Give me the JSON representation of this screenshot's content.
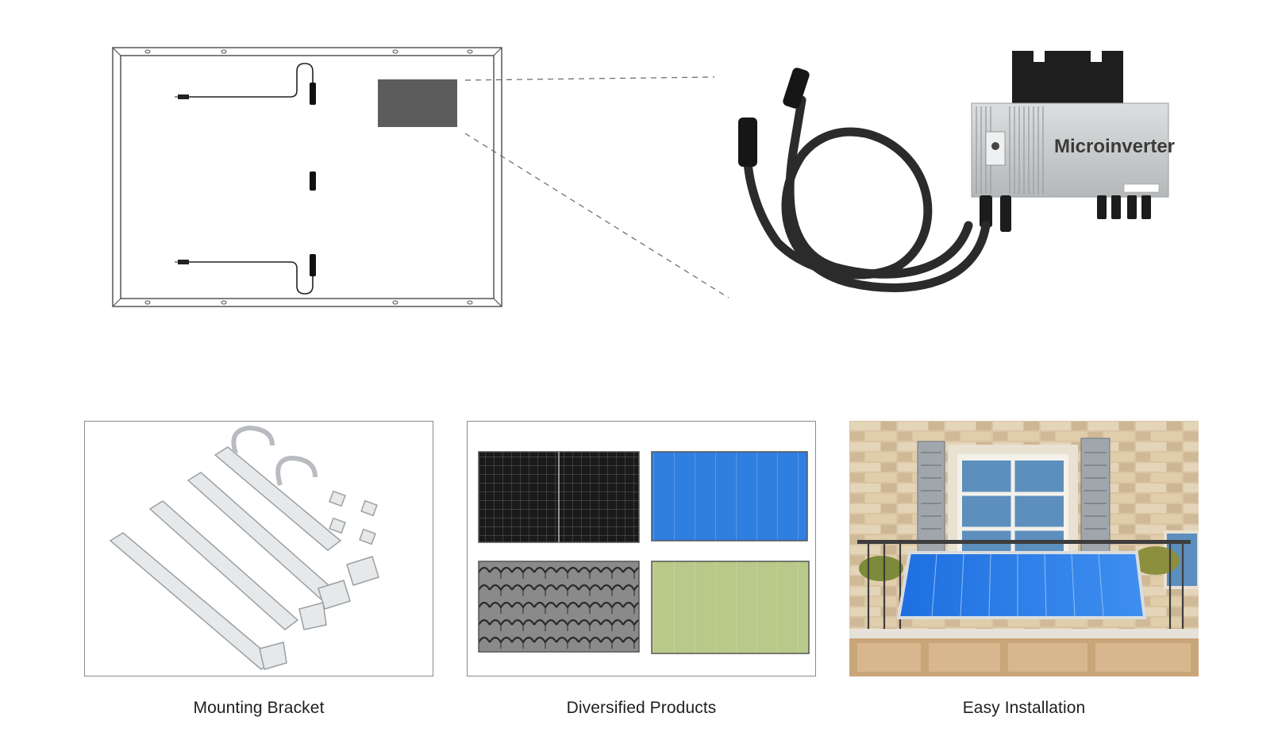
{
  "inverter": {
    "label": "Microinverter"
  },
  "cards": [
    {
      "caption": "Mounting Bracket"
    },
    {
      "caption": "Diversified Products"
    },
    {
      "caption": "Easy Installation"
    }
  ],
  "colors": {
    "panel_cell_blue": "#2f7fe0",
    "panel_cell_green": "#b8c98a",
    "panel_cell_black": "#1a1a1a",
    "inverter_body": "#c9cbcd",
    "cable": "#2b2b2b",
    "wall_stone": "#d9c4a3"
  }
}
